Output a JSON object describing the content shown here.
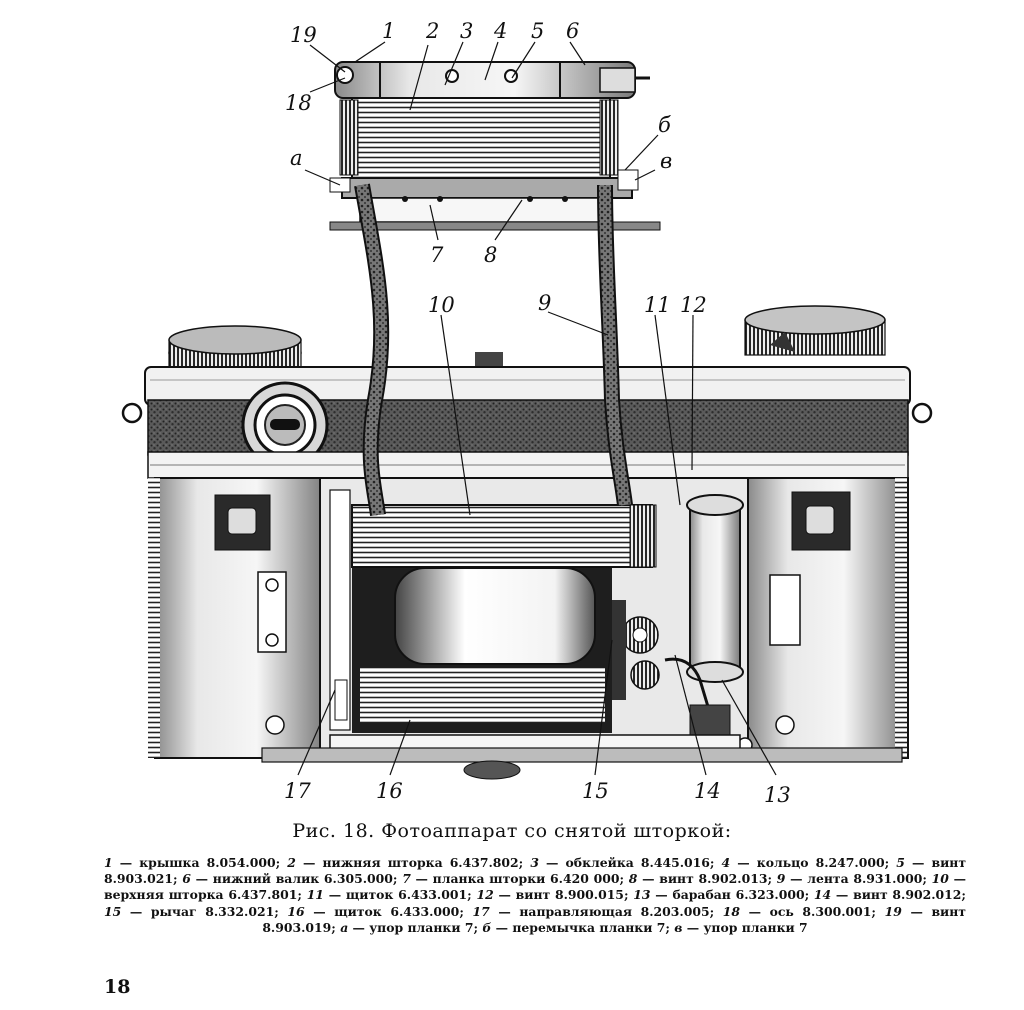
{
  "figure": {
    "callouts": [
      "19",
      "1",
      "2",
      "3",
      "4",
      "5",
      "6",
      "18",
      "а",
      "б",
      "в",
      "7",
      "8",
      "10",
      "9",
      "11",
      "12",
      "17",
      "16",
      "15",
      "14",
      "13"
    ],
    "caption": "Рис. 18. Фотоаппарат со снятой шторкой:",
    "legend": [
      {
        "num": "1",
        "text": "крышка 8.054.000"
      },
      {
        "num": "2",
        "text": "нижняя шторка 6.437.802"
      },
      {
        "num": "3",
        "text": "обклейка 8.445.016"
      },
      {
        "num": "4",
        "text": "кольцо 8.247.000"
      },
      {
        "num": "5",
        "text": "винт 8.903.021"
      },
      {
        "num": "6",
        "text": "нижний валик 6.305.000"
      },
      {
        "num": "7",
        "text": "планка шторки 6.420 000"
      },
      {
        "num": "8",
        "text": "винт 8.902.013"
      },
      {
        "num": "9",
        "text": "лента 8.931.000"
      },
      {
        "num": "10",
        "text": "верхняя шторка 6.437.801"
      },
      {
        "num": "11",
        "text": "щиток 6.433.001"
      },
      {
        "num": "12",
        "text": "винт 8.900.015"
      },
      {
        "num": "13",
        "text": "барабан 6.323.000"
      },
      {
        "num": "14",
        "text": "винт 8.902.012"
      },
      {
        "num": "15",
        "text": "рычаг 8.332.021"
      },
      {
        "num": "16",
        "text": "щиток 6.433.000"
      },
      {
        "num": "17",
        "text": "направляющая 8.203.005"
      },
      {
        "num": "18",
        "text": "ось 8.300.001"
      },
      {
        "num": "19",
        "text": "винт 8.903.019"
      },
      {
        "num": "а",
        "text": "упор планки 7"
      },
      {
        "num": "б",
        "text": "перемычка планки 7"
      },
      {
        "num": "в",
        "text": "упор планки 7"
      }
    ]
  },
  "page_number": "18"
}
